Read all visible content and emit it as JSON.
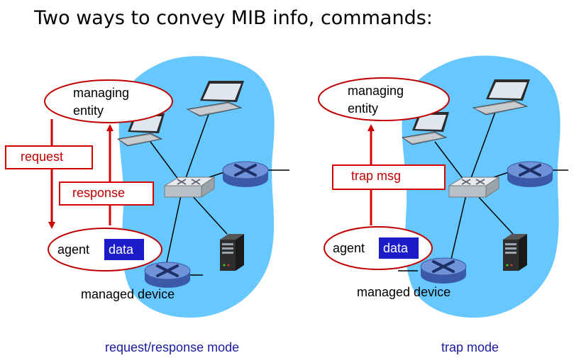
{
  "title": "Two ways to convey MIB info, commands:",
  "left": {
    "managing_entity": [
      "managing",
      "entity"
    ],
    "request_label": "request",
    "response_label": "response",
    "agent_label": "agent",
    "data_label": "data",
    "managed_device_label": "managed device",
    "caption": "request/response mode"
  },
  "right": {
    "managing_entity": [
      "managing",
      "entity"
    ],
    "trap_label": "trap msg",
    "agent_label": "agent",
    "data_label": "data",
    "managed_device_label": "managed device",
    "caption": "trap mode"
  },
  "colors": {
    "cloud": "#66c8ff",
    "arrow": "#d40000",
    "data_chip": "#1c1cc8",
    "caption": "#1a1aa0",
    "router": "#5078cc"
  },
  "icons": [
    "desktop-computer-icon",
    "network-switch-icon",
    "router-icon",
    "server-tower-icon"
  ]
}
